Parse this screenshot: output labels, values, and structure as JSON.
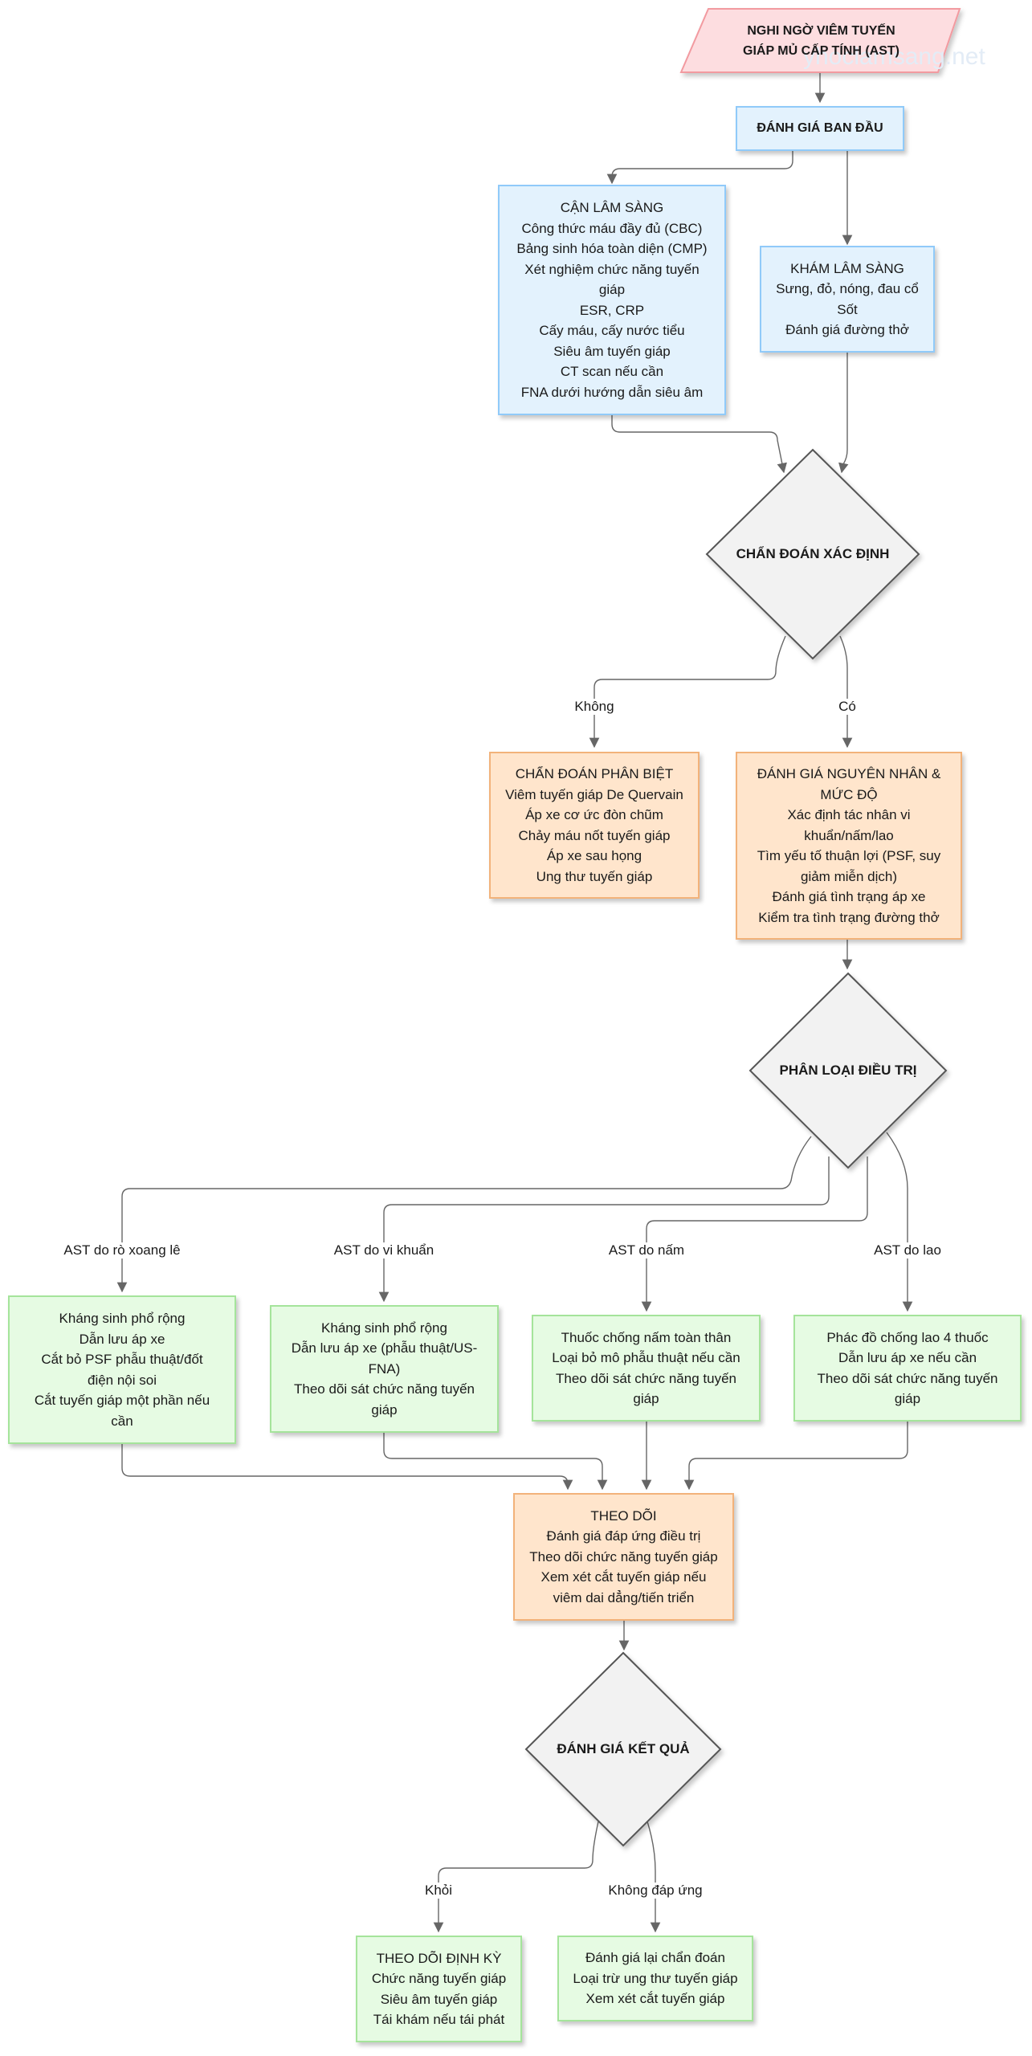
{
  "watermark": "yhoclamsang.net",
  "nodes": {
    "start": [
      "NGHI NGỜ VIÊM TUYẾN",
      "GIÁP MỦ CẤP TÍNH (AST)"
    ],
    "initial": [
      "ĐÁNH GIÁ BAN ĐẦU"
    ],
    "lab": [
      "CẬN LÂM SÀNG",
      "Công thức máu đầy đủ (CBC)",
      "Bảng sinh hóa toàn diện (CMP)",
      "Xét nghiệm chức năng tuyến",
      "giáp",
      "ESR, CRP",
      "Cấy máu, cấy nước tiểu",
      "Siêu âm tuyến giáp",
      "CT scan nếu cần",
      "FNA dưới hướng dẫn siêu âm"
    ],
    "clinical": [
      "KHÁM LÂM SÀNG",
      "Sưng, đỏ, nóng, đau cổ",
      "Sốt",
      "Đánh giá đường thở"
    ],
    "diagnosis": [
      "CHẨN ĐOÁN XÁC ĐỊNH"
    ],
    "differential": [
      "CHẨN ĐOÁN PHÂN BIỆT",
      "Viêm tuyến giáp De Quervain",
      "Áp xe cơ ức đòn chũm",
      "Chảy máu nốt tuyến giáp",
      "Áp xe sau họng",
      "Ung thư tuyến giáp"
    ],
    "etiology": [
      "ĐÁNH GIÁ NGUYÊN NHÂN &",
      "MỨC ĐỘ",
      "Xác định tác nhân vi",
      "khuẩn/nấm/lao",
      "Tìm yếu tố thuận lợi (PSF, suy",
      "giảm miễn dịch)",
      "Đánh giá tình trạng áp xe",
      "Kiểm tra tình trạng đường thở"
    ],
    "classify": [
      "PHÂN LOẠI ĐIỀU TRỊ"
    ],
    "pyriform": [
      "Kháng sinh phổ rộng",
      "Dẫn lưu áp xe",
      "Cắt bỏ PSF phẫu thuật/đốt",
      "điện nội soi",
      "Cắt tuyến giáp một phần nếu",
      "cần"
    ],
    "bacterial": [
      "Kháng sinh phổ rộng",
      "Dẫn lưu áp xe (phẫu thuật/US-",
      "FNA)",
      "Theo dõi sát chức năng tuyến",
      "giáp"
    ],
    "fungal": [
      "Thuốc chống nấm toàn thân",
      "Loại bỏ mô phẫu thuật nếu cần",
      "Theo dõi sát chức năng tuyến",
      "giáp"
    ],
    "tb": [
      "Phác đồ chống lao 4 thuốc",
      "Dẫn lưu áp xe nếu cần",
      "Theo dõi sát chức năng tuyến",
      "giáp"
    ],
    "followup": [
      "THEO DÕI",
      "Đánh giá đáp ứng điều trị",
      "Theo dõi chức năng tuyến giáp",
      "Xem xét cắt tuyến giáp nếu",
      "viêm dai dẳng/tiến triển"
    ],
    "outcome": [
      "ĐÁNH GIÁ KẾT QUẢ"
    ],
    "periodic": [
      "THEO DÕI ĐỊNH KỲ",
      "Chức năng tuyến giáp",
      "Siêu âm tuyến giáp",
      "Tái khám nếu tái phát"
    ],
    "reassess": [
      "Đánh giá lại chẩn đoán",
      "Loại trừ ung thư tuyến giáp",
      "Xem xét cắt tuyến giáp"
    ]
  },
  "edge_labels": {
    "no": "Không",
    "yes": "Có",
    "pyriform": "AST do rò xoang lê",
    "bacterial": "AST do vi khuẩn",
    "fungal": "AST do nấm",
    "tb": "AST do lao",
    "cured": "Khỏi",
    "no_response": "Không đáp ứng"
  },
  "colors": {
    "start_fill": "#fddde0",
    "start_stroke": "#f29aa0",
    "blue_fill": "#e3f2fd",
    "blue_stroke": "#90caf9",
    "orange_fill": "#ffe5cc",
    "orange_stroke": "#f2b27a",
    "green_fill": "#e6fbe3",
    "green_stroke": "#a5e49b",
    "diamond_fill": "#f2f2f2",
    "diamond_stroke": "#555555",
    "edge": "#666666"
  }
}
